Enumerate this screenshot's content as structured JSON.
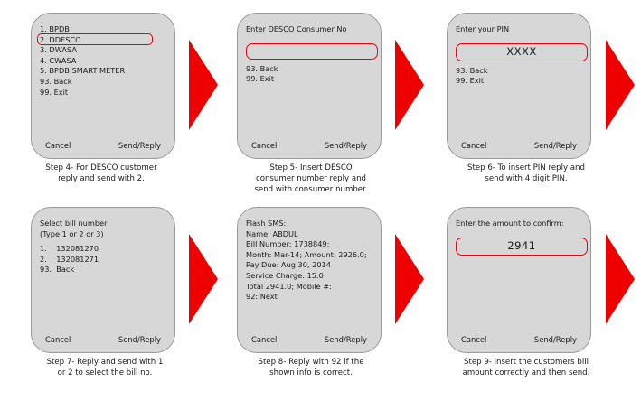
{
  "title": "DESCO bill payment USSD steps",
  "colors": {
    "arrow_red": "#ee0000",
    "highlight_red": "#e8000d",
    "screen_bg": "#d7d7d7",
    "screen_border": "#9a9a9a",
    "text": "#1a1a1a"
  },
  "softkeys": {
    "cancel": "Cancel",
    "send_reply": "Send/Reply"
  },
  "steps": [
    {
      "id": "step4",
      "caption": "Step 4- For DESCO customer\nreply and send with 2.",
      "screen": {
        "type": "menu",
        "items": [
          "1. BPDB",
          "2. DDESCO",
          "3. DWASA",
          "4. CWASA",
          "5. BPDB SMART METER",
          "93. Back",
          "99. Exit"
        ],
        "highlighted_index": 1
      }
    },
    {
      "id": "step5",
      "caption": "Step 5- Insert DESCO\nconsumer number reply and\nsend  with consumer number.",
      "screen": {
        "type": "input",
        "prompt": "Enter DESCO Consumer No",
        "input_value": "",
        "options": [
          "93. Back",
          "99. Exit"
        ]
      }
    },
    {
      "id": "step6",
      "caption": "Step 6- To insert PIN reply and\nsend with 4 digit PIN.",
      "screen": {
        "type": "input",
        "prompt": "Enter your PIN",
        "input_value": "XXXX",
        "options": [
          "93. Back",
          "99. Exit"
        ]
      }
    },
    {
      "id": "step7",
      "caption": "Step 7- Reply and send with 1\nor 2 to select the bill no.",
      "screen": {
        "type": "menu",
        "prompt": "Select bill number",
        "prompt2": "(Type 1 or 2 or 3)",
        "items": [
          "1.    132081270",
          "2.    132081271",
          "93.  Back"
        ]
      }
    },
    {
      "id": "step8",
      "caption": "Step 8- Reply with 92 if the\nshown info is correct.",
      "screen": {
        "type": "text",
        "lines": [
          "Flash SMS:",
          "Name: ABDUL",
          "Bill Number: 1738849;",
          "Month: Mar-14; Amount: 2926.0;",
          "Pay Due: Aug 30, 2014",
          "Service Charge: 15.0",
          "Total 2941.0; Mobile #:",
          "92: Next"
        ]
      }
    },
    {
      "id": "step9",
      "caption": "Step 9- insert the customers bill\namount correctly and then send.",
      "screen": {
        "type": "input",
        "prompt": "Enter the amount to confirm:",
        "input_value": "2941"
      }
    }
  ]
}
